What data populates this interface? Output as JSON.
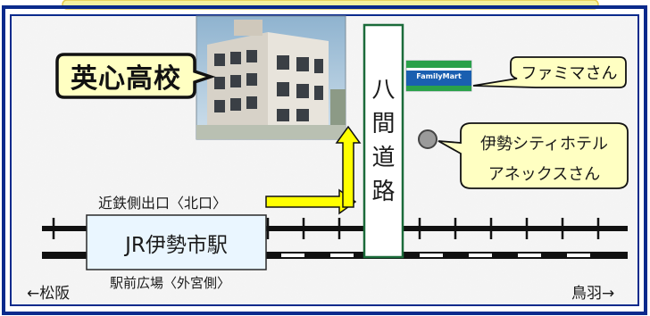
{
  "school": {
    "name": "英心高校"
  },
  "road": {
    "name": "八間道路"
  },
  "familymart": {
    "sign_text": "FamilyMart",
    "callout": "ファミマさん"
  },
  "hotel": {
    "line1": "伊勢シティホテル",
    "line2": "アネックスさん"
  },
  "exit": {
    "label": "近鉄側出口〈北口〉"
  },
  "station": {
    "name": "JR伊勢市駅",
    "plaza": "駅前広場〈外宮側〉"
  },
  "directions": {
    "west": "←松阪",
    "east": "鳥羽→"
  },
  "colors": {
    "frame_blue": "#0a2a8c",
    "top_bar": "#f7f2a0",
    "callout_fill": "#ffffc2",
    "arrow_yellow": "#ffff00",
    "road_fill": "#ffffff",
    "station_fill": "#eaf6ff",
    "hotel_marker": "#9a9a9a",
    "familymart_blue": "#1a5fb0",
    "familymart_green": "#2aa14a"
  }
}
